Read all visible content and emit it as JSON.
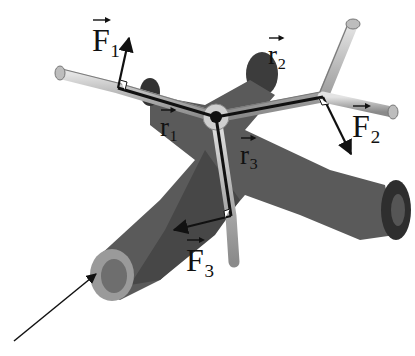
{
  "diagram": {
    "labels": [
      "F₁",
      "r₂",
      "F₂",
      "r₁",
      "r₃",
      "F₃"
    ]
  }
}
